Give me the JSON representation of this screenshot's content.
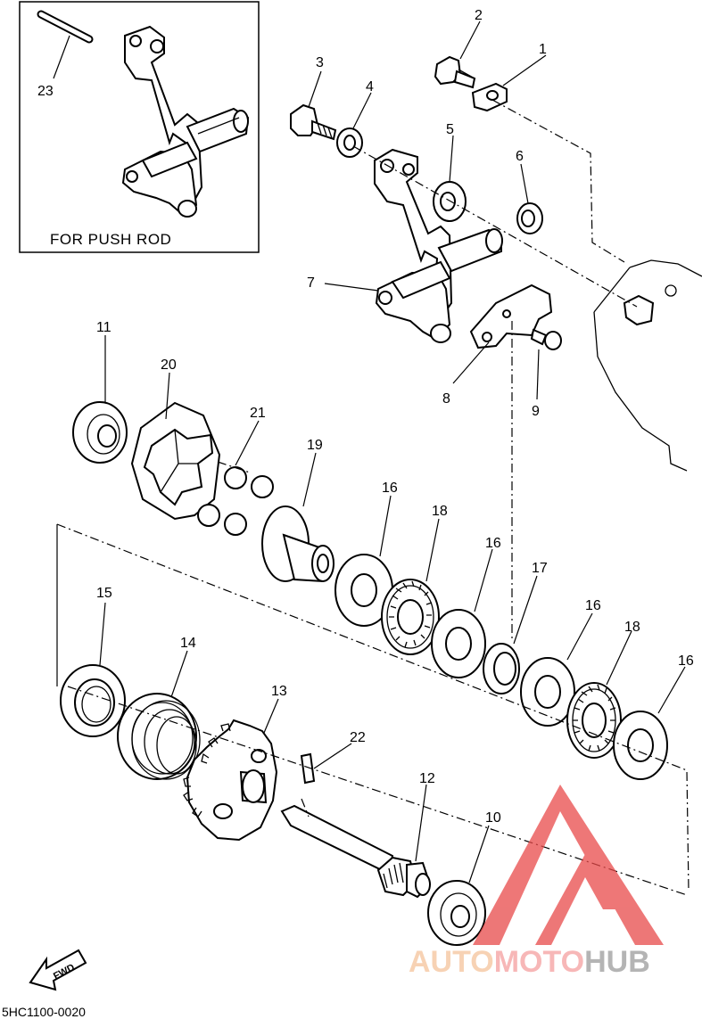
{
  "inset": {
    "label": "FOR PUSH ROD",
    "callout": "23"
  },
  "callouts": {
    "c1": "1",
    "c2": "2",
    "c3": "3",
    "c4": "4",
    "c5": "5",
    "c6": "6",
    "c7": "7",
    "c8": "8",
    "c9": "9",
    "c10": "10",
    "c11": "11",
    "c12": "12",
    "c13": "13",
    "c14": "14",
    "c15": "15",
    "c16a": "16",
    "c16b": "16",
    "c16c": "16",
    "c16d": "16",
    "c17": "17",
    "c18a": "18",
    "c18b": "18",
    "c19": "19",
    "c20": "20",
    "c21": "21",
    "c22": "22"
  },
  "fwd_label": "FWD",
  "drawing_code": "5HC1100-0020",
  "watermark": {
    "part1": "AUTO",
    "part2": "MOTO",
    "part3": "HUB"
  },
  "colors": {
    "watermark_triangle": "#e84a4a",
    "watermark_auto": "#f5b07a",
    "watermark_hub": "#8a8a8a"
  }
}
